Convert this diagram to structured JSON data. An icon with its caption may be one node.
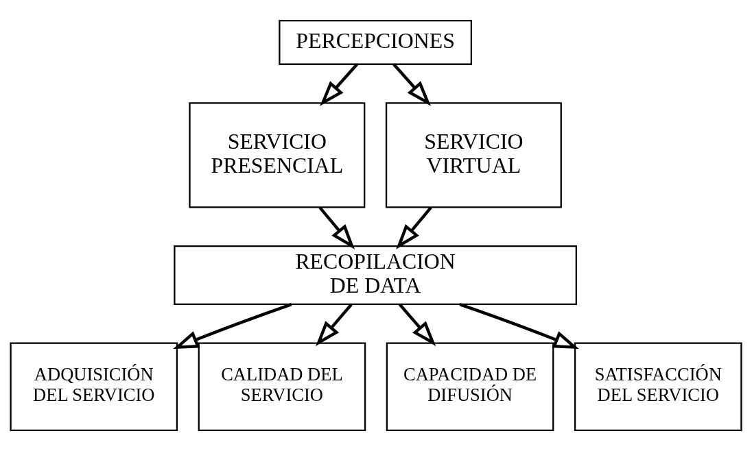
{
  "diagram": {
    "nodes": [
      {
        "text": [
          "PERCEPCIONES"
        ]
      },
      {
        "text": [
          "SERVICIO PRESENCIAL"
        ]
      },
      {
        "text": [
          "SERVICIO VIRTUAL"
        ]
      },
      {
        "text": [
          "RECOPILACION DE DATA"
        ]
      },
      {
        "text": [
          "ADQUISICIÓN DEL SERVICIO"
        ]
      },
      {
        "text": [
          "CALIDAD DEL SERVICIO"
        ]
      },
      {
        "text": [
          "CAPACIDAD DE DIFUSIÓN"
        ]
      },
      {
        "text": [
          "SATISFACCIÓN DEL SERVICIO"
        ]
      }
    ],
    "edges": [
      {
        "from": 0,
        "to": 1,
        "arrow": "to"
      },
      {
        "from": 0,
        "to": 2,
        "arrow": "to"
      },
      {
        "from": 1,
        "to": 3,
        "arrow": "to"
      },
      {
        "from": 2,
        "to": 3,
        "arrow": "to"
      },
      {
        "from": 3,
        "to": 4,
        "arrow": "to"
      },
      {
        "from": 3,
        "to": 5,
        "arrow": "to"
      },
      {
        "from": 3,
        "to": 6,
        "arrow": "to"
      },
      {
        "from": 3,
        "to": 7,
        "arrow": "to"
      }
    ]
  }
}
